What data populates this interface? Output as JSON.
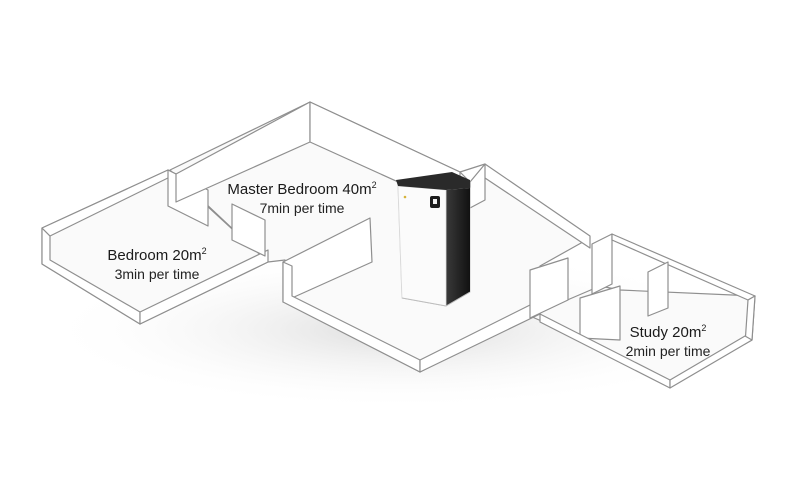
{
  "rooms": {
    "bedroom": {
      "name": "Bedroom 20m",
      "sup": "2",
      "time": "3min per time"
    },
    "master": {
      "name": "Master Bedroom 40m",
      "sup": "2",
      "time": "7min per time"
    },
    "study": {
      "name": "Study 20m",
      "sup": "2",
      "time": "2min per time"
    }
  },
  "device": {
    "brand_mark": "icon-brand"
  },
  "colors": {
    "wall_fill": "#ffffff",
    "wall_stroke": "#9a9a9a",
    "floor_shadow": "#e9e9e9",
    "device_body": "#f6f6f6",
    "device_dark": "#222222"
  }
}
